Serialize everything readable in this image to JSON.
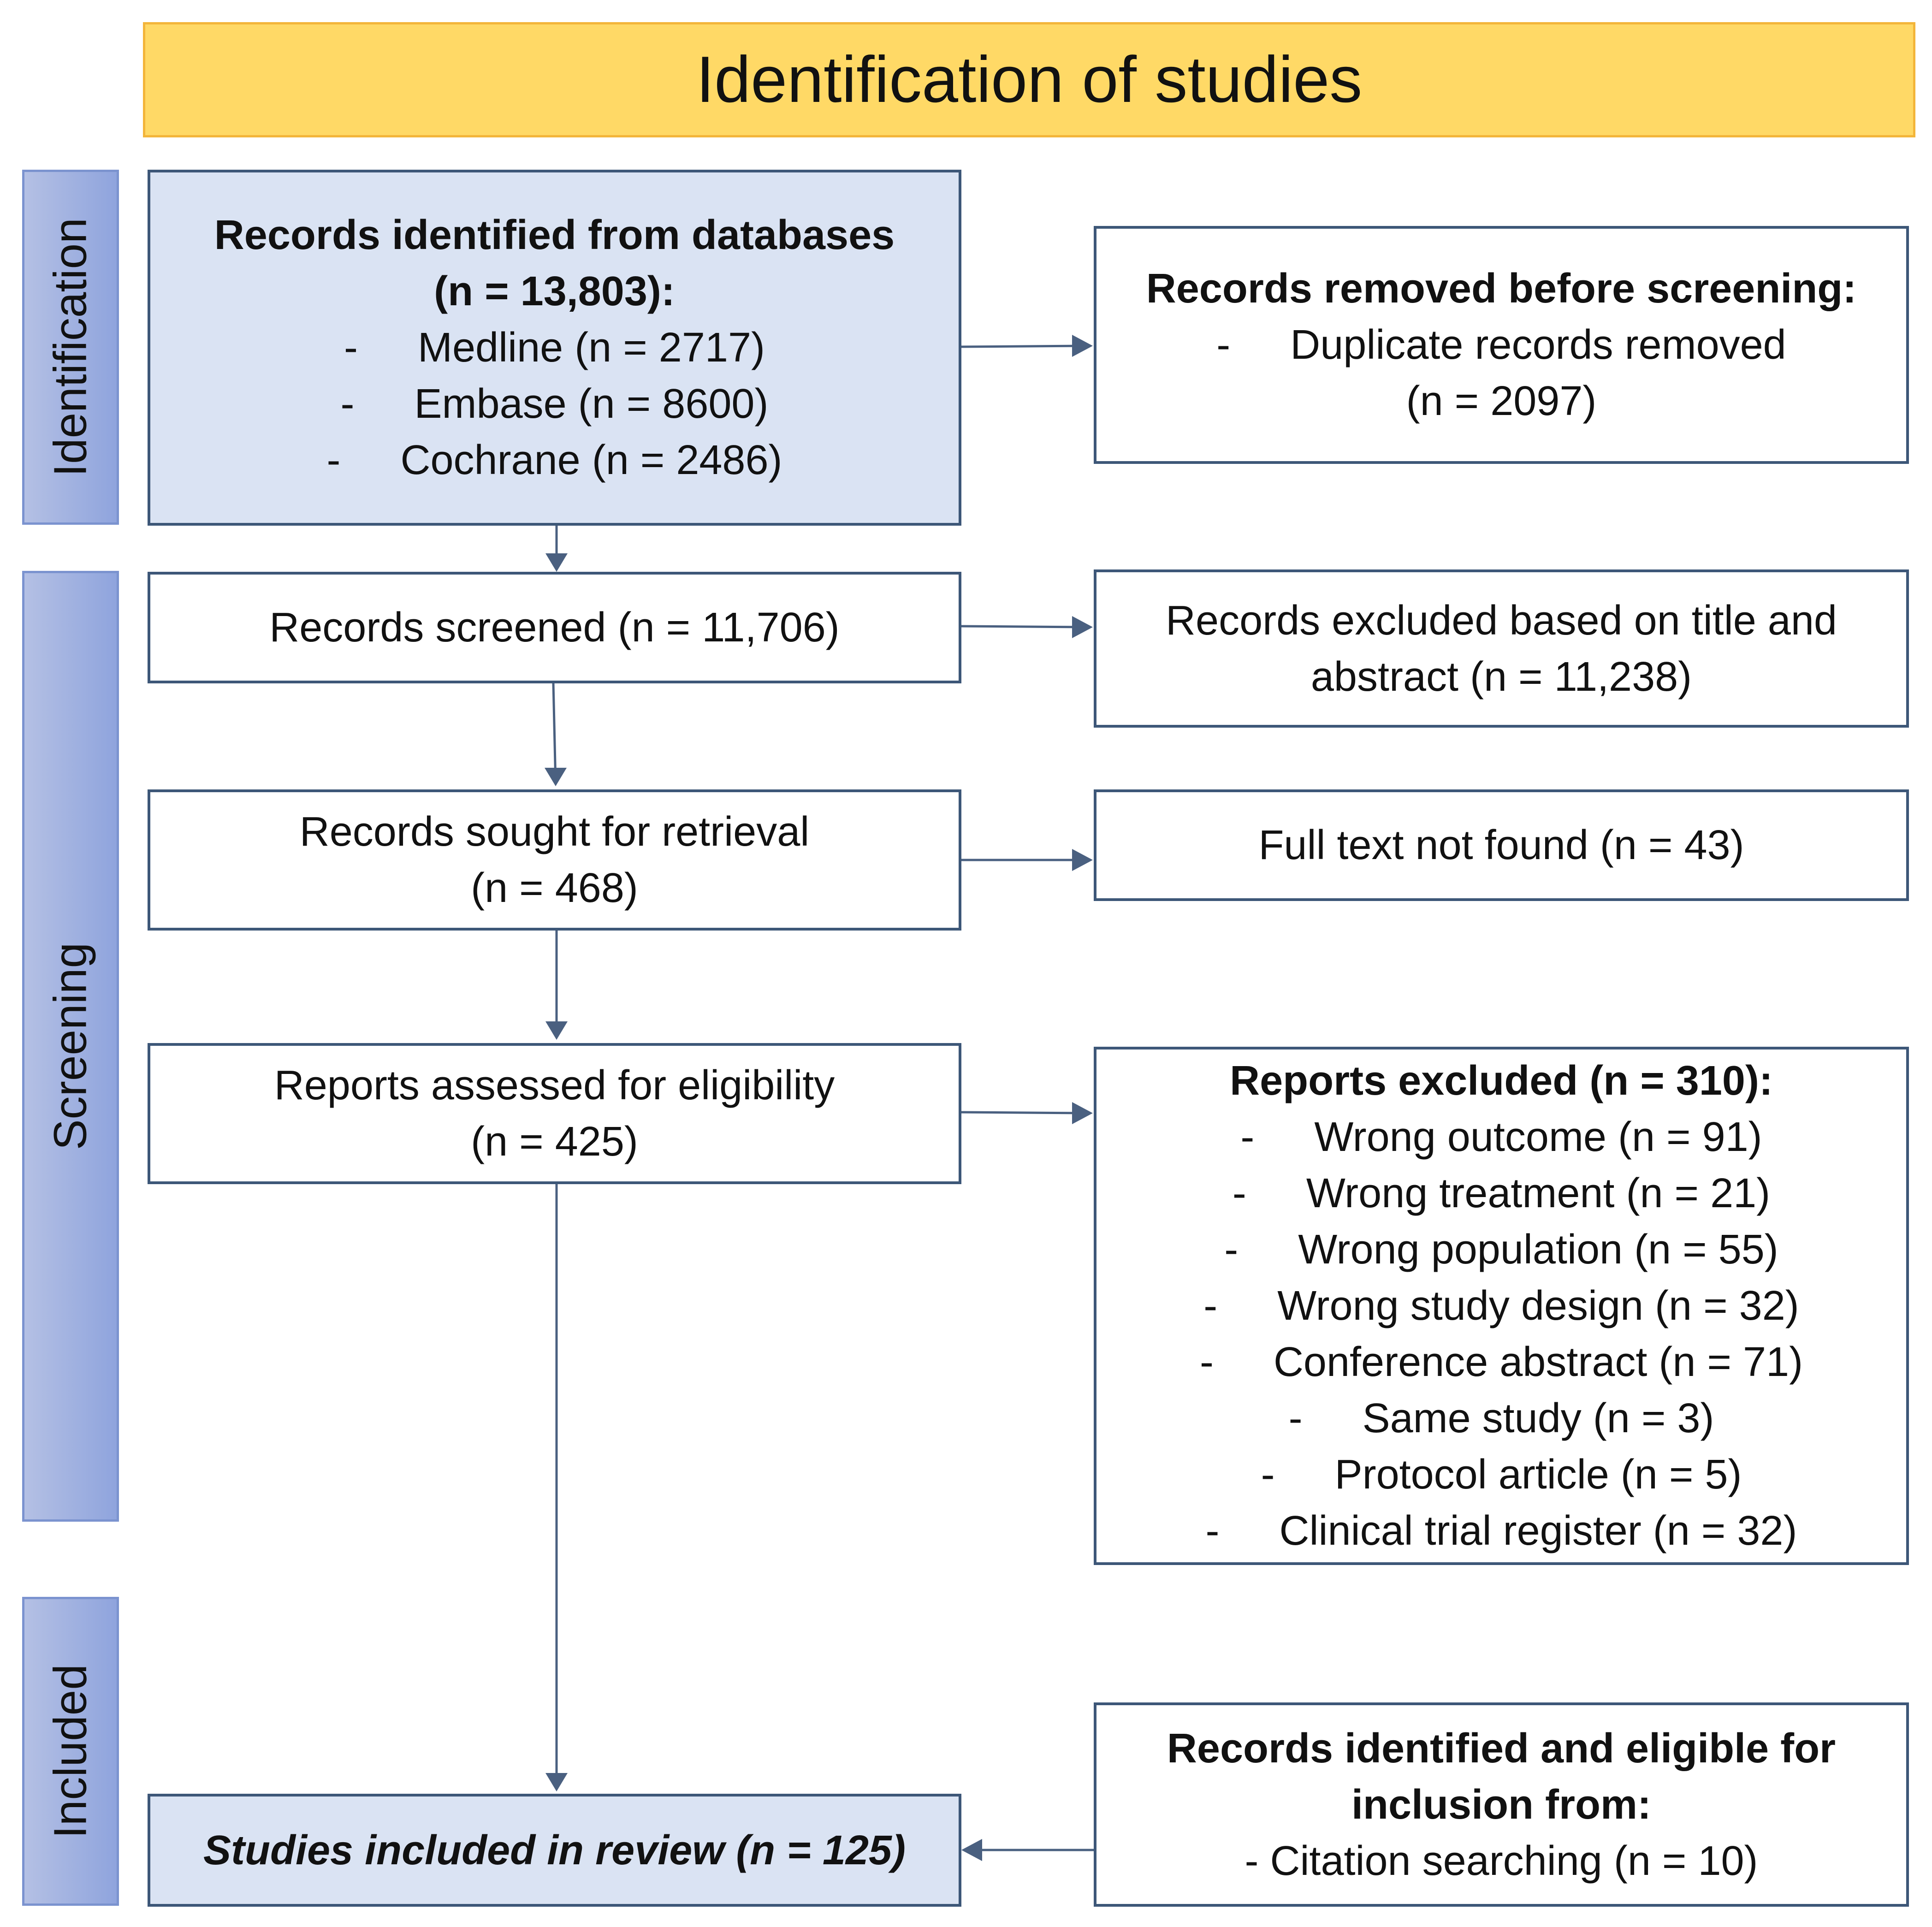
{
  "header": {
    "title": "Identification of studies"
  },
  "phases": {
    "identification": "Identification",
    "screening": "Screening",
    "included": "Included"
  },
  "identified": {
    "title": "Records identified from databases",
    "count": "(n = 13,803):",
    "bullet": "-",
    "sources": [
      "Medline (n = 2717)",
      "Embase (n = 8600)",
      "Cochrane (n = 2486)"
    ]
  },
  "removed": {
    "title": "Records removed before screening:",
    "bullet": "-",
    "item": "Duplicate records removed",
    "count": "(n = 2097)"
  },
  "screened": {
    "text": "Records screened (n = 11,706)"
  },
  "excluded_title": {
    "line1": "Records excluded based on title and",
    "line2": "abstract (n = 11,238)"
  },
  "sought": {
    "line1": "Records sought for retrieval",
    "line2": "(n = 468)"
  },
  "not_found": {
    "text": "Full text not found (n = 43)"
  },
  "assessed": {
    "line1": "Reports assessed for eligibility",
    "line2": "(n = 425)"
  },
  "reports_excluded": {
    "title": "Reports excluded  (n = 310):",
    "bullet": "-",
    "reasons": [
      "Wrong outcome (n = 91)",
      "Wrong treatment (n = 21)",
      "Wrong population (n = 55)",
      "Wrong study design (n = 32)",
      "Conference abstract (n = 71)",
      "Same study (n = 3)",
      "Protocol article (n = 5)",
      "Clinical trial register (n = 32)"
    ]
  },
  "citation": {
    "line1": "Records identified and eligible for",
    "line2": "inclusion  from:",
    "line3": "- Citation searching (n = 10)"
  },
  "included": {
    "text": "Studies included in review (n = 125)"
  },
  "colors": {
    "header_fill": "#ffd966",
    "box_border": "#3d5778",
    "box_highlight": "#dae3f3",
    "phase_fill": "#8fa4dd"
  }
}
